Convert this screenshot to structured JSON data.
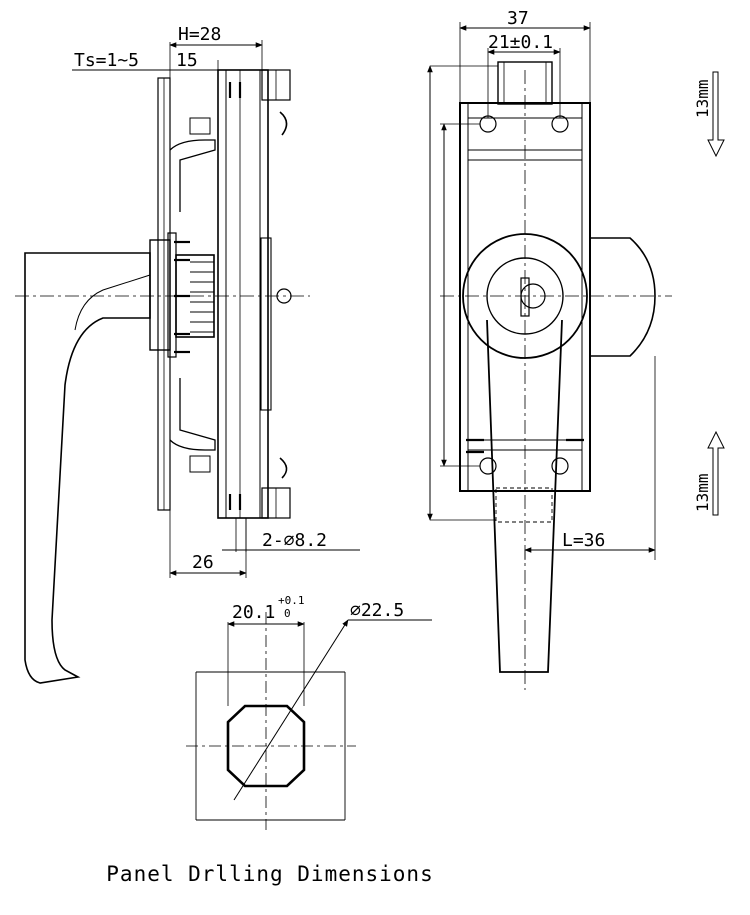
{
  "side_view": {
    "dim_h": "H=28",
    "dim_ts": "Ts=1~5",
    "dim_15": "15",
    "dim_26": "26",
    "dim_holes": "2-⌀8.2"
  },
  "front_view": {
    "dim_37": "37",
    "dim_21": "21±0.1",
    "dim_l": "L=36",
    "travel_top": "13mm",
    "travel_bottom": "13mm"
  },
  "cutout": {
    "dim_width": "20.1",
    "dim_tol_plus": "+0.1",
    "dim_tol_zero": "0",
    "dim_dia": "⌀22.5"
  },
  "caption": "Panel Drlling Dimensions"
}
